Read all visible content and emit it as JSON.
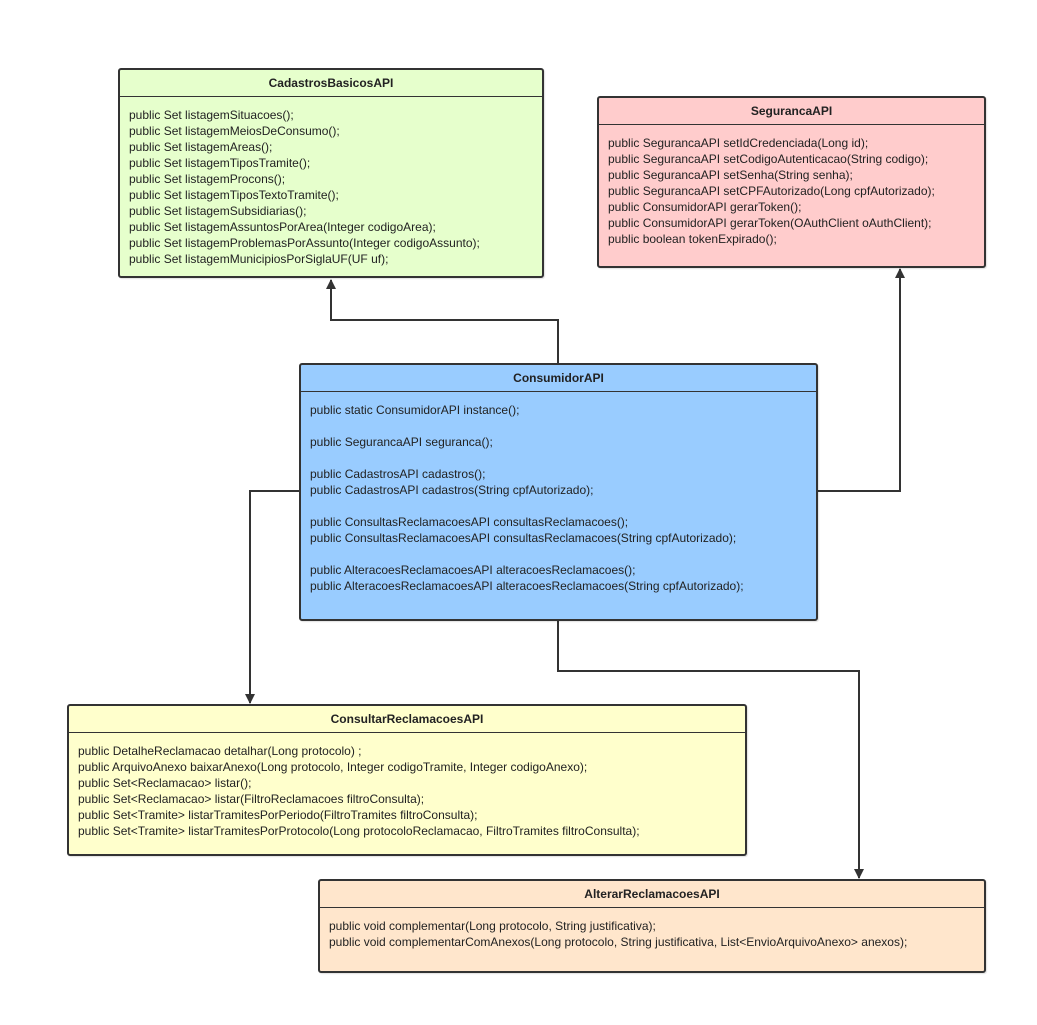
{
  "classes": [
    {
      "id": "cadastros",
      "title": "CadastrosBasicosAPI",
      "color": "#e6ffcc",
      "members": [
        "public Set listagemSituacoes();",
        "public Set listagemMeiosDeConsumo();",
        "public Set listagemAreas();",
        "public Set listagemTiposTramite();",
        "public Set listagemProcons();",
        "public Set listagemTiposTextoTramite();",
        "public Set listagemSubsidiarias();",
        "public Set listagemAssuntosPorArea(Integer codigoArea);",
        "public Set listagemProblemasPorAssunto(Integer codigoAssunto);",
        "public Set listagemMunicipiosPorSiglaUF(UF uf);"
      ]
    },
    {
      "id": "seguranca",
      "title": "SegurancaAPI",
      "color": "#ffcccc",
      "members": [
        "public SegurancaAPI setIdCredenciada(Long id);",
        "public SegurancaAPI setCodigoAutenticacao(String codigo);",
        "public SegurancaAPI setSenha(String senha);",
        "public SegurancaAPI setCPFAutorizado(Long cpfAutorizado);",
        "public ConsumidorAPI gerarToken();",
        "public ConsumidorAPI gerarToken(OAuthClient oAuthClient);",
        "public boolean tokenExpirado();"
      ]
    },
    {
      "id": "consumidor",
      "title": "ConsumidorAPI",
      "color": "#99ccff",
      "members": [
        "public static ConsumidorAPI instance();",
        "",
        "public SegurancaAPI seguranca();",
        "",
        "public CadastrosAPI cadastros();",
        "public CadastrosAPI cadastros(String cpfAutorizado);",
        "",
        "public ConsultasReclamacoesAPI consultasReclamacoes();",
        "public ConsultasReclamacoesAPI consultasReclamacoes(String cpfAutorizado);",
        "",
        "public AlteracoesReclamacoesAPI alteracoesReclamacoes();",
        "public AlteracoesReclamacoesAPI alteracoesReclamacoes(String cpfAutorizado);"
      ]
    },
    {
      "id": "consultar",
      "title": "ConsultarReclamacoesAPI",
      "color": "#ffffcc",
      "members": [
        "public DetalheReclamacao detalhar(Long protocolo) ;",
        "public ArquivoAnexo baixarAnexo(Long protocolo, Integer codigoTramite, Integer codigoAnexo);",
        "public Set<Reclamacao> listar();",
        "public Set<Reclamacao> listar(FiltroReclamacoes filtroConsulta);",
        "public Set<Tramite> listarTramitesPorPeriodo(FiltroTramites filtroConsulta);",
        "public Set<Tramite> listarTramitesPorProtocolo(Long protocoloReclamacao, FiltroTramites filtroConsulta);"
      ]
    },
    {
      "id": "alterar",
      "title": "AlterarReclamacoesAPI",
      "color": "#ffe6cc",
      "members": [
        "public void complementar(Long protocolo, String justificativa);",
        "public void complementarComAnexos(Long protocolo, String justificativa, List<EnvioArquivoAnexo> anexos);"
      ]
    }
  ],
  "colors": {
    "border": "#333333",
    "connector": "#333333",
    "text": "#222222"
  }
}
